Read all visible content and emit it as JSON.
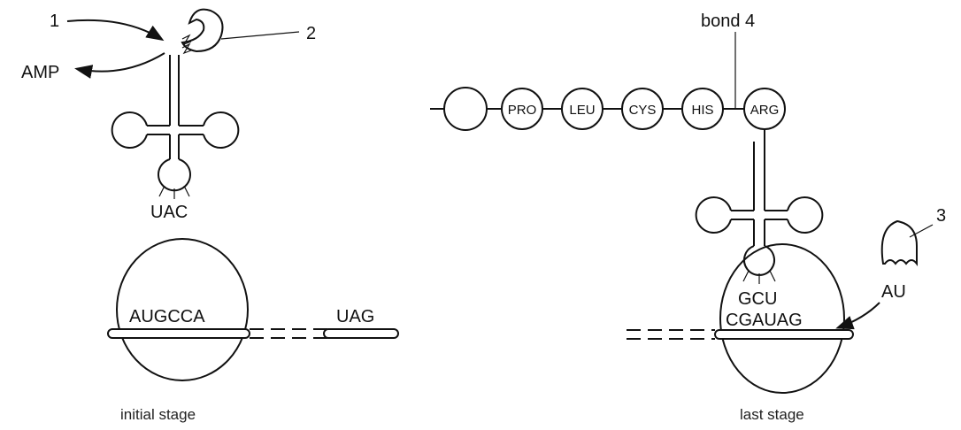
{
  "colors": {
    "ink": "#111111",
    "background": "#ffffff"
  },
  "labels": {
    "marker_1": "1",
    "marker_2": "2",
    "marker_3": "3",
    "amp": "AMP",
    "bond_4": "bond 4",
    "anticodon_initial": "UAC",
    "anticodon_last": "GCU",
    "mrna_start": "AUGCCA",
    "mrna_stop_initial": "UAG",
    "mrna_end_last": "CGAUAG",
    "partial_label": "AU"
  },
  "amino_acids": [
    "PRO",
    "LEU",
    "CYS",
    "HIS",
    "ARG"
  ],
  "captions": {
    "initial": "initial stage",
    "last": "last stage"
  }
}
